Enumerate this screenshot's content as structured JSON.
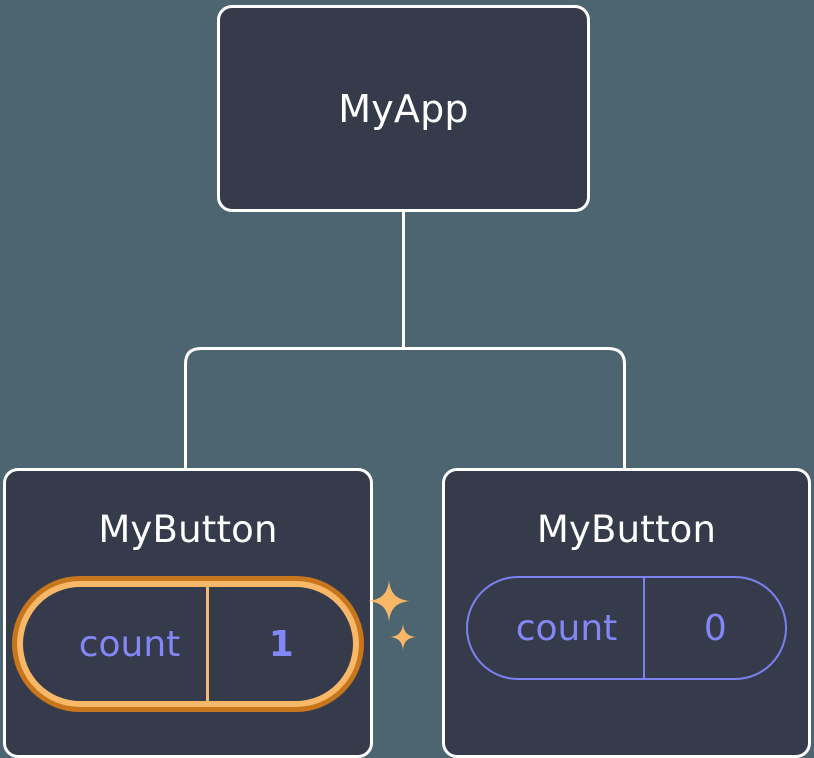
{
  "diagram": {
    "type": "component-tree",
    "background_color": "#4c6570",
    "connector_color": "#ffffff",
    "node_fill_color": "#353b4a",
    "node_border_color": "#ffffff",
    "accent_highlight_outer": "#c8761c",
    "accent_highlight_inner": "#f9b868",
    "state_text_color": "#8287f5",
    "title_text_color": "#ffffff"
  },
  "root": {
    "title": "MyApp"
  },
  "children": [
    {
      "title": "MyButton",
      "highlighted": true,
      "state": {
        "key": "count",
        "value": "1"
      },
      "sparkles": [
        "sparkle-large-icon",
        "sparkle-small-icon"
      ]
    },
    {
      "title": "MyButton",
      "highlighted": false,
      "state": {
        "key": "count",
        "value": "0"
      }
    }
  ]
}
